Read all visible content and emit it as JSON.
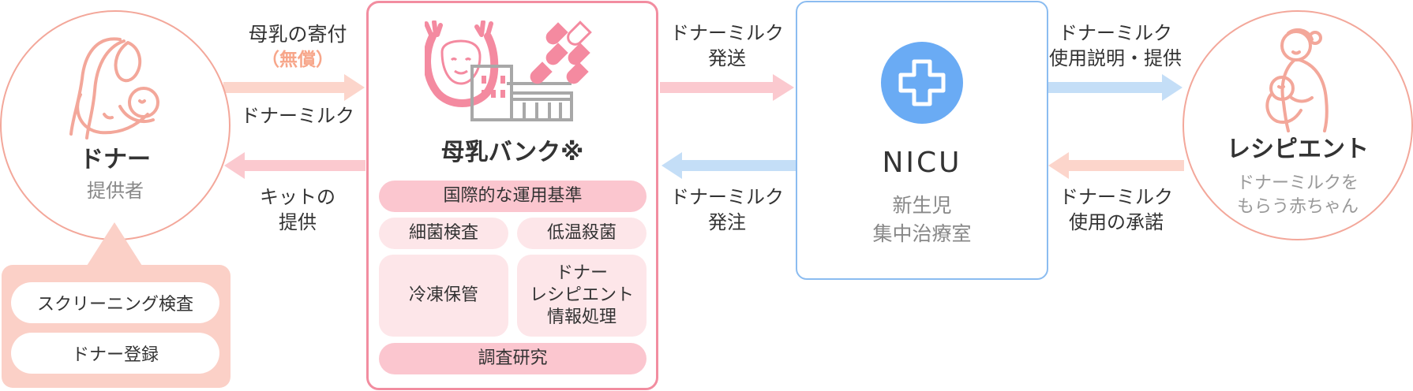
{
  "donor": {
    "title": "ドナー",
    "subtitle": "提供者"
  },
  "donor_tasks": [
    "スクリーニング検査",
    "ドナー登録"
  ],
  "flow_labels": {
    "donation": "母乳の寄付",
    "donation_note": "（無償）",
    "donor_milk": "ドナーミルク",
    "kit_line1": "キットの",
    "kit_line2": "提供",
    "send_line1": "ドナーミルク",
    "send_line2": "発送",
    "order_line1": "ドナーミルク",
    "order_line2": "発注",
    "explain_line1": "ドナーミルク",
    "explain_line2": "使用説明・提供",
    "consent_line1": "ドナーミルク",
    "consent_line2": "使用の承諾"
  },
  "bank": {
    "title": "母乳バンク※",
    "standard": "国際的な運用基準",
    "bacteria": "細菌検査",
    "pasteurize": "低温殺菌",
    "freeze": "冷凍保管",
    "info_line1": "ドナー",
    "info_line2": "レシピエント",
    "info_line3": "情報処理",
    "research": "調査研究"
  },
  "nicu": {
    "title": "NICU",
    "sub_line1": "新生児",
    "sub_line2": "集中治療室"
  },
  "recipient": {
    "title": "レシピエント",
    "sub_line1": "ドナーミルクを",
    "sub_line2": "もらう赤ちゃん"
  },
  "colors": {
    "pink": "#f3a79a",
    "pink_arrow": "#fbc9cf",
    "peach_arrow": "#fcd5cb",
    "blue_arrow": "#c4def7",
    "bank_border": "#f28da0",
    "nicu_border": "#8bbcf0",
    "nicu_icon": "#6aabf4"
  },
  "icons": [
    "mother-nursing-icon",
    "milk-bank-building-icon",
    "medical-cross-icon",
    "mother-baby-icon"
  ]
}
